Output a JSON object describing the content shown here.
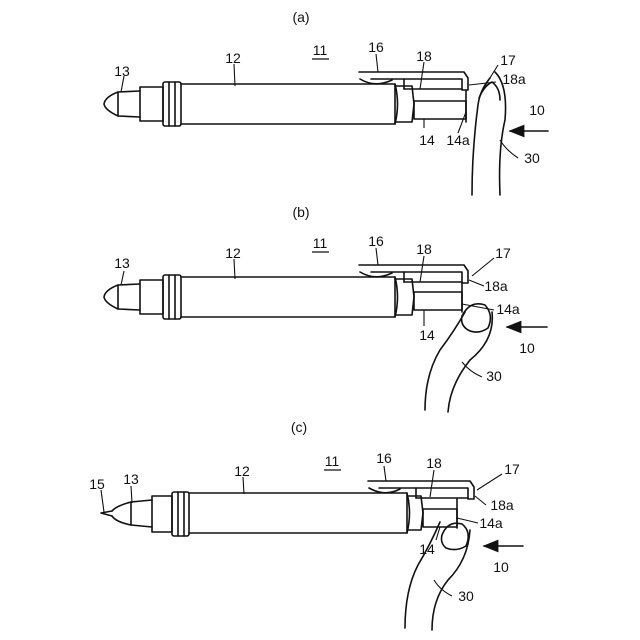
{
  "panels": [
    {
      "caption": "(a)",
      "labels": {
        "assembly": "11",
        "grip": "12",
        "tip": "13",
        "push": "14",
        "push_end": "14a",
        "pivot": "16",
        "clip": "17",
        "clip_arm": "18",
        "clip_end": "18a",
        "finger": "30",
        "direction": "10"
      }
    },
    {
      "caption": "(b)",
      "labels": {
        "assembly": "11",
        "grip": "12",
        "tip": "13",
        "push": "14",
        "push_end": "14a",
        "pivot": "16",
        "clip": "17",
        "clip_arm": "18",
        "clip_end": "18a",
        "finger": "30",
        "direction": "10"
      }
    },
    {
      "caption": "(c)",
      "labels": {
        "assembly": "11",
        "grip": "12",
        "tip": "13",
        "refill": "15",
        "push": "14",
        "push_end": "14a",
        "pivot": "16",
        "clip": "17",
        "clip_arm": "18",
        "clip_end": "18a",
        "finger": "30",
        "direction": "10"
      }
    }
  ]
}
